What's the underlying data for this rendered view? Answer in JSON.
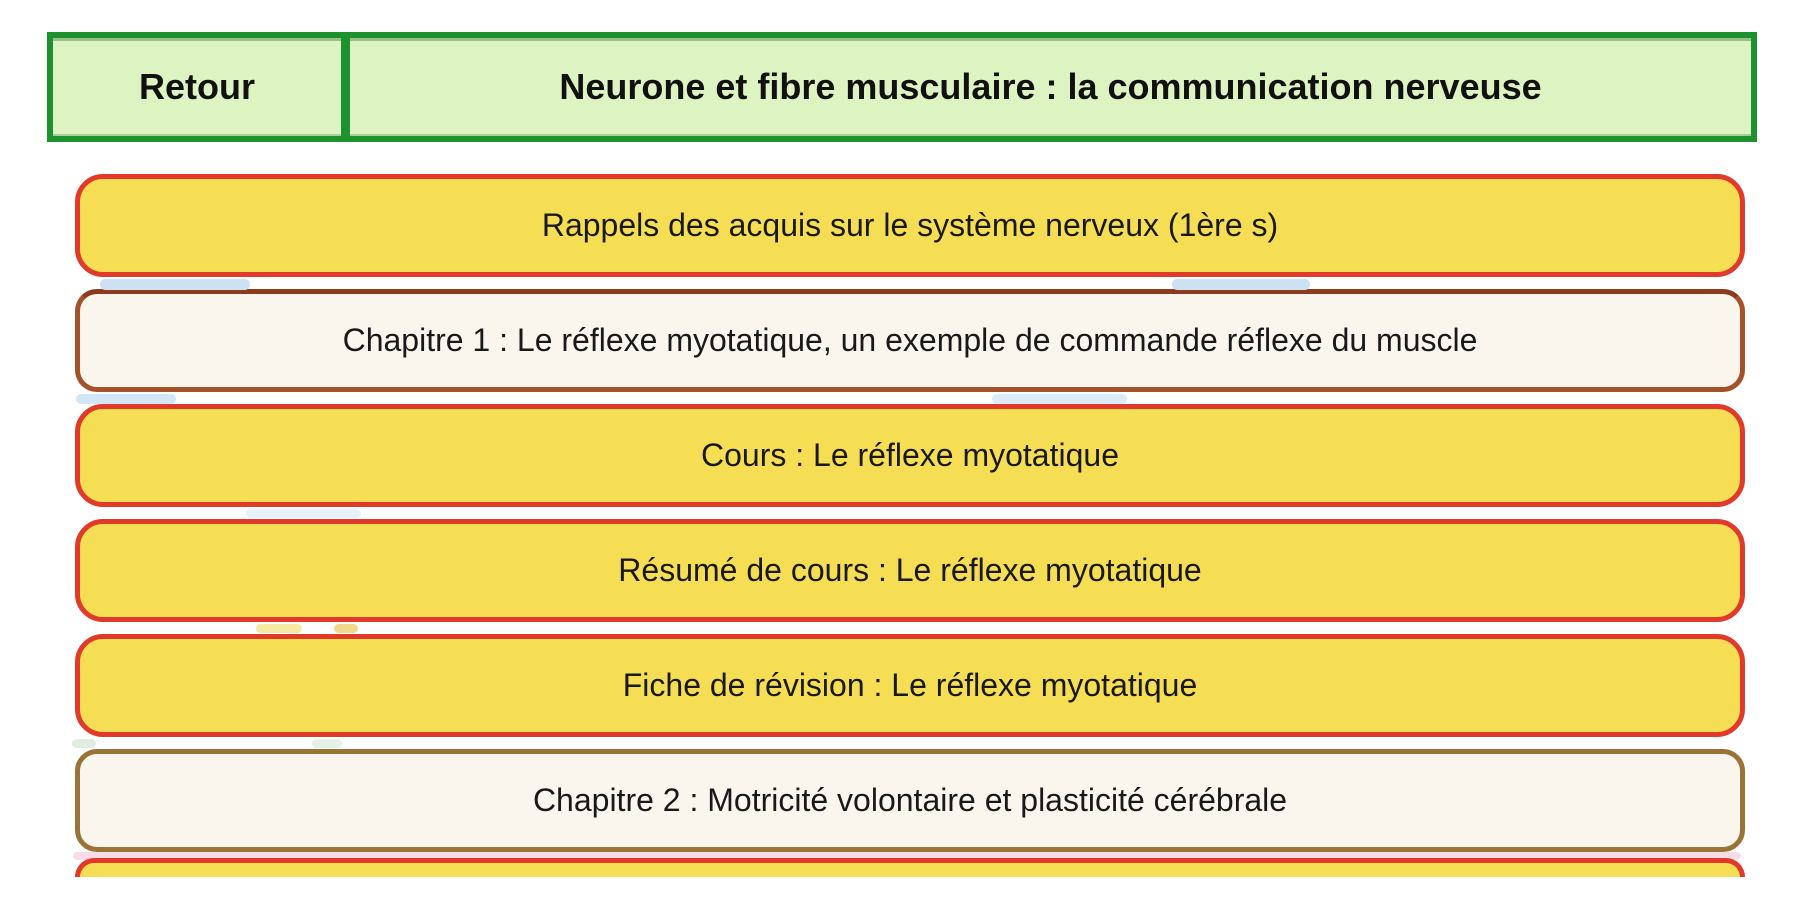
{
  "header": {
    "back_label": "Retour",
    "title": "Neurone et fibre musculaire : la communication nerveuse"
  },
  "menu": {
    "items": [
      {
        "label": "Rappels des acquis sur le système nerveux (1ère s)",
        "variant": "yellow"
      },
      {
        "label": "Chapitre 1 : Le réflexe myotatique, un exemple de commande réflexe du muscle",
        "variant": "cream"
      },
      {
        "label": "Cours : Le réflexe myotatique",
        "variant": "yellow"
      },
      {
        "label": "Résumé de cours : Le réflexe myotatique",
        "variant": "yellow"
      },
      {
        "label": "Fiche de révision : Le réflexe myotatique",
        "variant": "yellow"
      },
      {
        "label": "Chapitre 2 : Motricité volontaire et plasticité cérébrale",
        "variant": "cream"
      }
    ],
    "partial_item": {
      "variant": "yellow",
      "label": ""
    }
  },
  "colors": {
    "header_fill": "#ddf3c1",
    "header_border": "#1f9230",
    "yellow_fill": "#f6de54",
    "red_border": "#e23a2a",
    "cream_fill": "#fbf6ed",
    "brown_border_chapitre1": "#a4522a",
    "brown_border_chapitre2": "#9a7336",
    "fragment_blue": "#cde1f3",
    "fragment_pink": "#f8dde8"
  }
}
